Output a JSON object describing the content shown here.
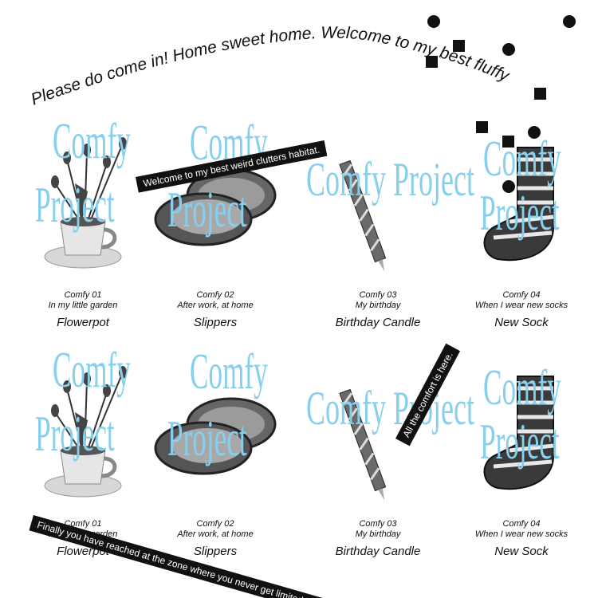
{
  "header": {
    "curved_text": "Please do come in! Home sweet home. Welcome to my best fluffy"
  },
  "watermark": {
    "line1": "Comfy",
    "line2": "Project",
    "inline": "Comfy Project",
    "color": "#88cfee"
  },
  "tapes": {
    "t1": "Welcome to my best weird clutters habitat.",
    "t2": "All the comfort is here.",
    "t3": "Finally you have reached at the zone where you never get limited or be"
  },
  "items": [
    {
      "number": "Comfy 01",
      "tag": "In my little garden",
      "name": "Flowerpot"
    },
    {
      "number": "Comfy 02",
      "tag": "After work, at home",
      "name": "Slippers"
    },
    {
      "number": "Comfy 03",
      "tag": "My birthday",
      "name": "Birthday Candle"
    },
    {
      "number": "Comfy 04",
      "tag": "When I wear new socks",
      "name": "New Sock"
    },
    {
      "number": "Comfy 01",
      "tag": "In my little garden",
      "name": "Flowerpot"
    },
    {
      "number": "Comfy 02",
      "tag": "After work, at home",
      "name": "Slippers"
    },
    {
      "number": "Comfy 03",
      "tag": "My birthday",
      "name": "Birthday Candle"
    },
    {
      "number": "Comfy 04",
      "tag": "When I wear new socks",
      "name": "New Sock"
    }
  ]
}
